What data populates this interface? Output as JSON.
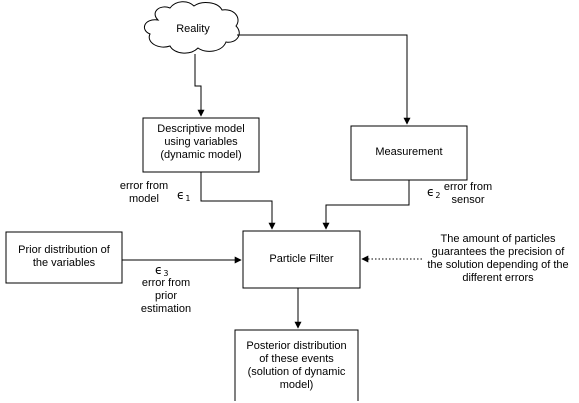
{
  "nodes": {
    "reality": "Reality",
    "descriptive_model": "Descriptive model\nusing variables\n(dynamic model)",
    "measurement": "Measurement",
    "prior_distribution": "Prior distribution of\nthe variables",
    "particle_filter": "Particle Filter",
    "posterior": "Posterior distribution\nof these events\n(solution of dynamic\nmodel)"
  },
  "annotations": {
    "error_model_text": "error from\nmodel",
    "error_model_symbol": "ϵ",
    "error_model_sub": "1",
    "error_sensor_text": "error from\nsensor",
    "error_sensor_symbol": "ϵ",
    "error_sensor_sub": "2",
    "error_prior_text": "error from\nprior\nestimation",
    "error_prior_symbol": "ϵ",
    "error_prior_sub": "3",
    "particles_note": "The amount of particles\nguarantees the precision of\nthe solution depending of the\ndifferent errors"
  },
  "colors": {
    "stroke": "#000000",
    "fill": "#ffffff",
    "text": "#000000"
  }
}
